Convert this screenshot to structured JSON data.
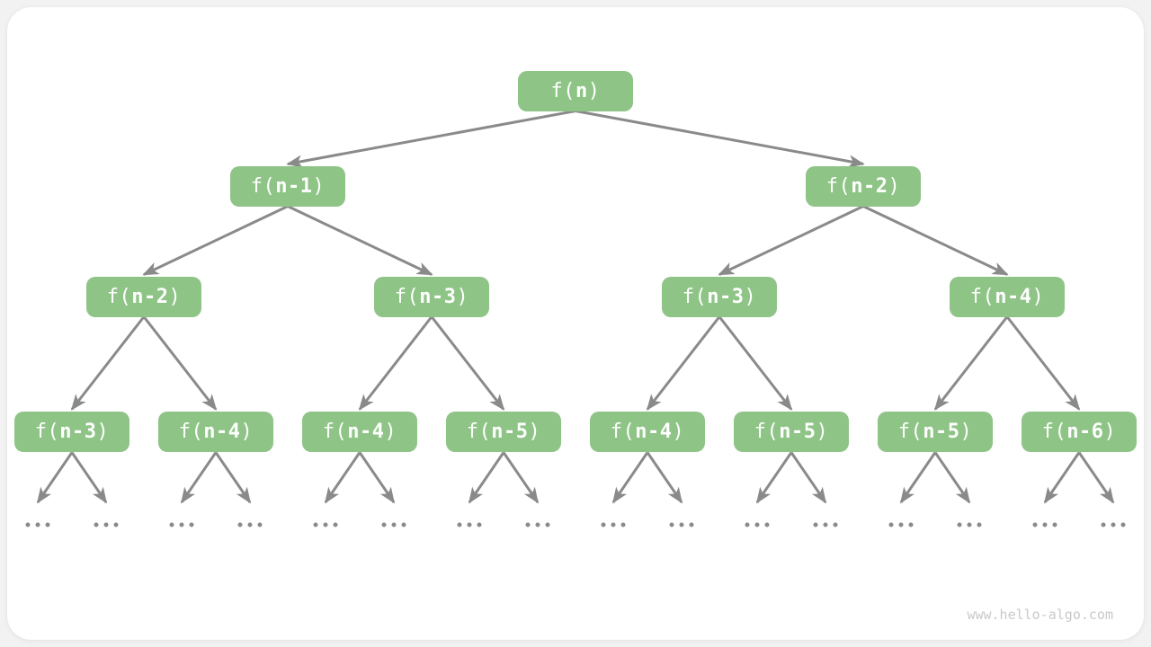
{
  "watermark": "www.hello-algo.com",
  "diagram": {
    "type": "recursion-tree",
    "ellipsis": "...",
    "levels": [
      {
        "nodes": [
          "f(n)"
        ]
      },
      {
        "nodes": [
          "f(n-1)",
          "f(n-2)"
        ]
      },
      {
        "nodes": [
          "f(n-2)",
          "f(n-3)",
          "f(n-3)",
          "f(n-4)"
        ]
      },
      {
        "nodes": [
          "f(n-3)",
          "f(n-4)",
          "f(n-4)",
          "f(n-5)",
          "f(n-4)",
          "f(n-5)",
          "f(n-5)",
          "f(n-6)"
        ]
      }
    ],
    "colors": {
      "node_fill": "#8FC487",
      "node_text": "#FFFFFF",
      "arrow": "#8A8A8A",
      "ellipsis_dots": "#8A8A8A",
      "watermark": "#C9C9C9",
      "card_background": "#FFFFFF",
      "page_background": "#F1F2F1"
    }
  }
}
